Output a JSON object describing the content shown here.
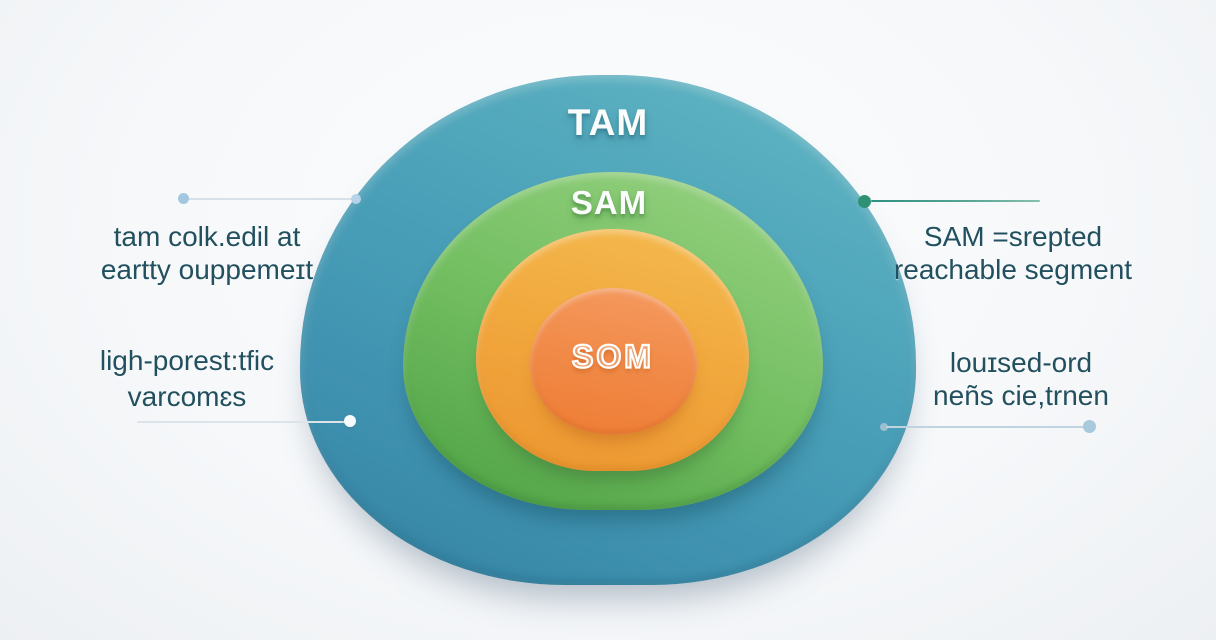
{
  "diagram": {
    "layers": {
      "tam": {
        "label": "TAM",
        "color_top": "#63b8c4",
        "color_bottom": "#337e9e"
      },
      "sam": {
        "label": "SAM",
        "color_top": "#9ad384",
        "color_bottom": "#4c9c42"
      },
      "middle": {
        "color_top": "#f4bb50",
        "color_bottom": "#ec9530"
      },
      "som": {
        "label": "SOM",
        "color_top": "#f59b61",
        "color_bottom": "#ee7d34"
      }
    },
    "annotations": {
      "left_top": {
        "line1": "tam colk.edil at",
        "line2": "eartty ouppemeɪt"
      },
      "left_bottom": {
        "line1": "ligh-porest:tfic",
        "line2": "varcomɛs"
      },
      "right_top": {
        "line1": "SAM =srepted",
        "line2": "reachable segment"
      },
      "right_bottom": {
        "line1": "louɪsed-ord",
        "line2": "neñs cie,trnen"
      }
    },
    "colors": {
      "background": "#f6f8fa",
      "annotation_text": "#22505f",
      "teal_connector": "#2e9176",
      "light_connector": "#bfd3e0"
    }
  }
}
